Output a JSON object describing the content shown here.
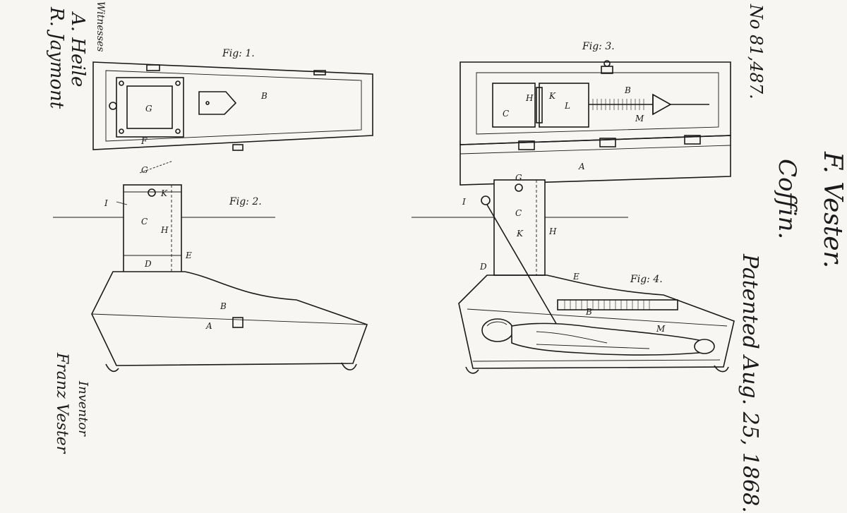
{
  "patent": {
    "number": "No 81,487.",
    "inventor_name": "F. Vester.",
    "title": "Coffin.",
    "date_line": "Patented Aug. 25, 1868."
  },
  "signatures": {
    "witnesses_label": "Witnesses",
    "witness_1": "A. Heile",
    "witness_2": "R. Jaymont",
    "inventor_label": "Inventor",
    "inventor_signature": "Franz Vester"
  },
  "figures": [
    {
      "id": "fig1",
      "label": "Fig: 1."
    },
    {
      "id": "fig2",
      "label": "Fig: 2."
    },
    {
      "id": "fig3",
      "label": "Fig: 3."
    },
    {
      "id": "fig4",
      "label": "Fig: 4."
    }
  ],
  "letters": {
    "fig1_G": "G",
    "fig1_B": "B",
    "fig1_F": "F",
    "fig2_G": "G",
    "fig2_I": "I",
    "fig2_K": "K",
    "fig2_C": "C",
    "fig2_H": "H",
    "fig2_D": "D",
    "fig2_E": "E",
    "fig2_B": "B",
    "fig2_A": "A",
    "fig3_C": "C",
    "fig3_H": "H",
    "fig3_K": "K",
    "fig3_L": "L",
    "fig3_B": "B",
    "fig3_M": "M",
    "fig3_A": "A",
    "fig4_G": "G",
    "fig4_I": "I",
    "fig4_C": "C",
    "fig4_K": "K",
    "fig4_H": "H",
    "fig4_D": "D",
    "fig4_E": "E",
    "fig4_B": "B",
    "fig4_M": "M"
  }
}
